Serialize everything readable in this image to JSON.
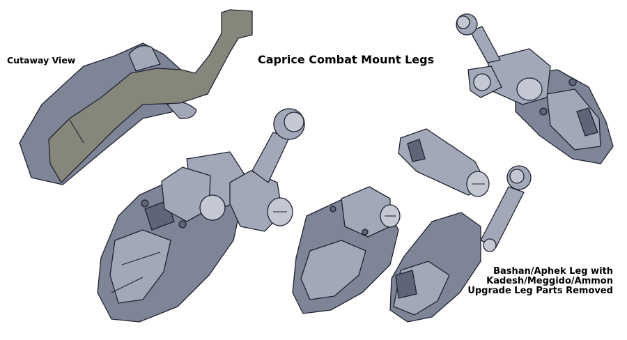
{
  "labels": {
    "cutaway": "Cutaway View",
    "title": "Caprice Combat Mount Legs",
    "caption": [
      "Bashan/Aphek Leg with",
      "Kadesh/Meggido/Ammon",
      "Upgrade Leg Parts Removed"
    ]
  },
  "colors": {
    "part_fill": "#7e8597",
    "part_highlight": "#c4c8d3",
    "section_fill": "#85877a",
    "outline": "#1f2230"
  }
}
